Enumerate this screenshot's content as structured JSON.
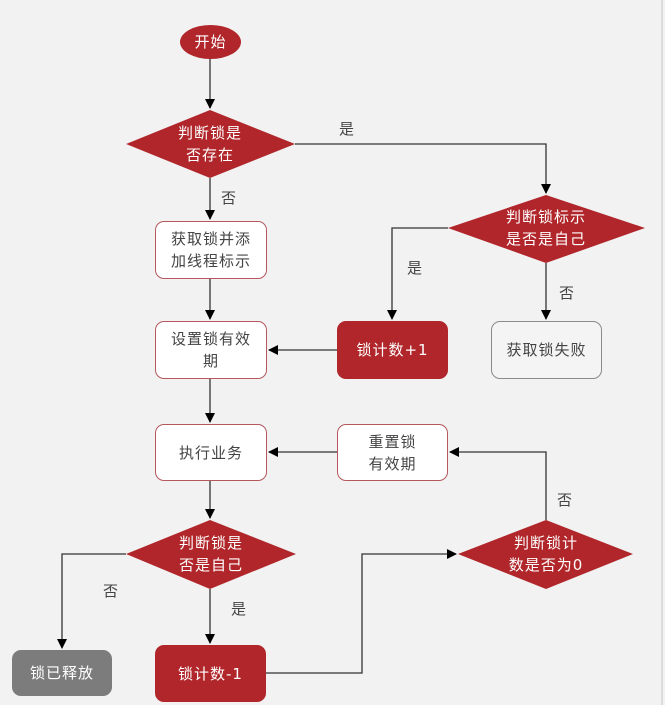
{
  "diagram": {
    "type": "flowchart",
    "title": "",
    "colors": {
      "decision_fill": "#b0262a",
      "process_red_fill": "#b0262a",
      "process_white_fill": "#ffffff",
      "process_white_border": "#b5585e",
      "terminal_gray_fill": "#7c7c7c",
      "fail_border": "#8a8a8a",
      "edge": "#333333",
      "background": "#f2f2f2"
    },
    "nodes": {
      "start": {
        "label": "开始",
        "shape": "ellipse"
      },
      "check_exists": {
        "label": "判断锁是\n否存在",
        "shape": "diamond"
      },
      "acquire": {
        "label": "获取锁并添\n加线程标示",
        "shape": "rounded-rect"
      },
      "set_expiry": {
        "label": "设置锁有效\n期",
        "shape": "rounded-rect"
      },
      "execute": {
        "label": "执行业务",
        "shape": "rounded-rect"
      },
      "check_owner_release": {
        "label": "判断锁是\n否是自己",
        "shape": "diamond"
      },
      "released": {
        "label": "锁已释放",
        "shape": "rounded-rect"
      },
      "count_minus": {
        "label": "锁计数-1",
        "shape": "rounded-rect"
      },
      "check_zero": {
        "label": "判断锁计\n数是否为0",
        "shape": "diamond"
      },
      "reset_expiry": {
        "label": "重置锁\n有效期",
        "shape": "rounded-rect"
      },
      "check_owner": {
        "label": "判断锁标示\n是否是自己",
        "shape": "diamond"
      },
      "count_plus": {
        "label": "锁计数+1",
        "shape": "rounded-rect"
      },
      "acquire_fail": {
        "label": "获取锁失败",
        "shape": "rounded-rect"
      }
    },
    "edges": [
      {
        "from": "start",
        "to": "check_exists",
        "label": ""
      },
      {
        "from": "check_exists",
        "to": "acquire",
        "label": "否"
      },
      {
        "from": "check_exists",
        "to": "check_owner",
        "label": "是"
      },
      {
        "from": "acquire",
        "to": "set_expiry",
        "label": ""
      },
      {
        "from": "check_owner",
        "to": "count_plus",
        "label": "是"
      },
      {
        "from": "check_owner",
        "to": "acquire_fail",
        "label": "否"
      },
      {
        "from": "count_plus",
        "to": "set_expiry",
        "label": ""
      },
      {
        "from": "set_expiry",
        "to": "execute",
        "label": ""
      },
      {
        "from": "execute",
        "to": "check_owner_release",
        "label": ""
      },
      {
        "from": "check_owner_release",
        "to": "released",
        "label": "否"
      },
      {
        "from": "check_owner_release",
        "to": "count_minus",
        "label": "是"
      },
      {
        "from": "count_minus",
        "to": "check_zero",
        "label": ""
      },
      {
        "from": "check_zero",
        "to": "reset_expiry",
        "label": "否"
      },
      {
        "from": "reset_expiry",
        "to": "execute",
        "label": ""
      }
    ],
    "edge_labels": {
      "yes_top": "是",
      "no_acquire": "否",
      "yes_count_plus": "是",
      "no_fail": "否",
      "no_released": "否",
      "yes_count_minus": "是",
      "no_reset": "否"
    }
  }
}
